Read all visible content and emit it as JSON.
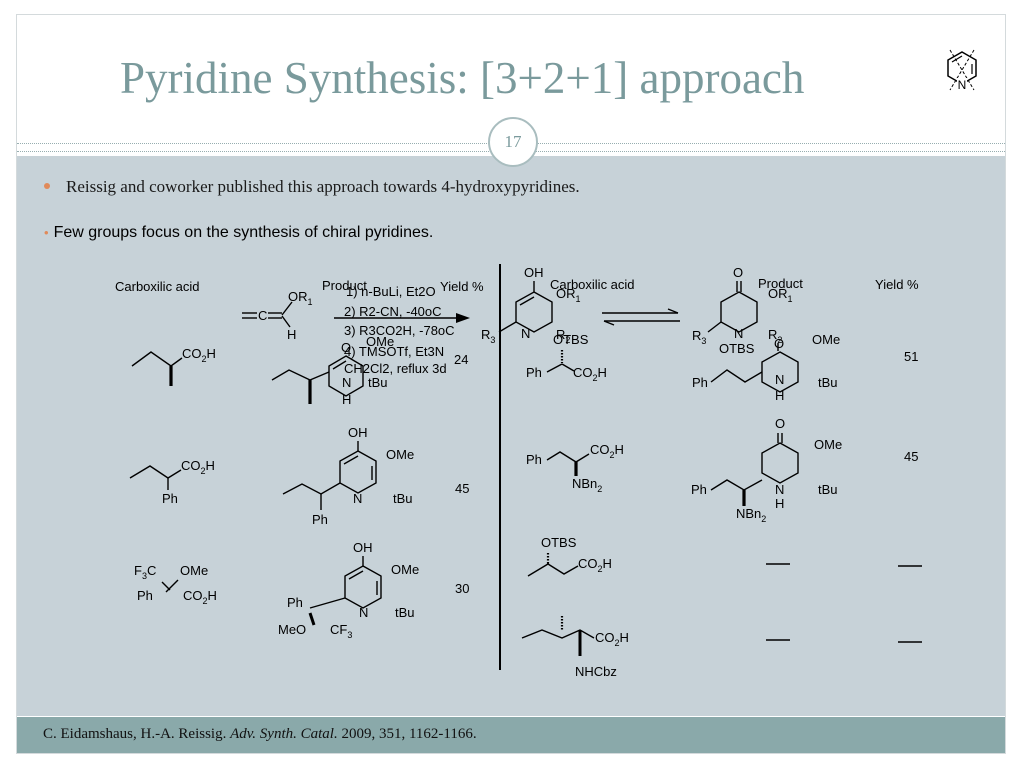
{
  "slide": {
    "title": "Pyridine Synthesis: [3+2+1] approach",
    "page_number": "17",
    "bullets": [
      "Reissig and coworker published this approach towards 4-hydroxypyridines.",
      "Few groups focus on the synthesis of chiral pyridines."
    ],
    "citation": {
      "authors": "C. Eidamshaus, H.-A. Reissig. ",
      "journal": "Adv. Synth. Catal.",
      "details": " 2009, 351, 1162-1166."
    },
    "accent_colors": {
      "title": "#7a9a9c",
      "panel": "#c7d2d8",
      "footer": "#8aa9aa",
      "bullet": "#e08a5a"
    }
  },
  "table": {
    "headers": {
      "left_acid": "Carboxilic acid",
      "left_product": "Product",
      "left_yield": "Yield %",
      "right_acid": "Carboxilic acid",
      "right_product": "Product",
      "right_yield": "Yield %"
    },
    "left_yields": [
      "24",
      "45",
      "30"
    ],
    "right_yields": [
      "51",
      "45",
      "—",
      "—"
    ],
    "right_products_na": [
      "—",
      "—"
    ]
  },
  "scheme": {
    "conditions": [
      "1) n-BuLi, Et2O",
      "2) R2-CN, -40oC",
      "3) R3CO2H, -78oC",
      "4) TMSOTf, Et3N",
      "CH2Cl2, reflux 3d"
    ],
    "groups": {
      "OR1": "OR",
      "sub1": "1",
      "R2": "R",
      "sub2": "2",
      "R3": "R",
      "sub3": "3",
      "N": "N",
      "H": "H",
      "OH": "OH",
      "O": "O",
      "C": "C"
    }
  },
  "labels": {
    "co2h": "CO",
    "co2h_sub": "2",
    "co2h_h": "H",
    "ph": "Ph",
    "ome": "OMe",
    "otbs": "OTBS",
    "tbu": "tBu",
    "nbn": "NBn",
    "nbn_sub": "2",
    "nhcbz": "NHCbz",
    "meo": "MeO",
    "cf": "CF",
    "cf_sub": "3",
    "f": "F",
    "f_sub": "3",
    "n": "N",
    "h": "H",
    "oh": "OH",
    "o": "O"
  }
}
